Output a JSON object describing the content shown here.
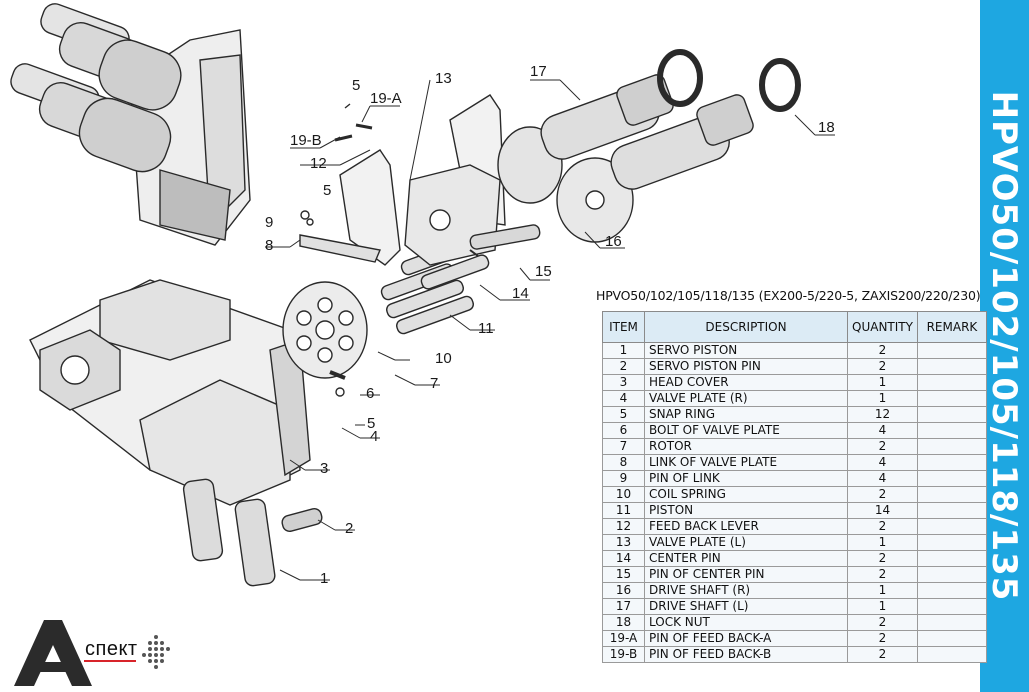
{
  "side_title": "HPVO50/102/105/118/135",
  "table_title": "HPVO50/102/105/118/135 (EX200-5/220-5, ZAXIS200/220/230)",
  "columns": [
    "ITEM",
    "DESCRIPTION",
    "QUANTITY",
    "REMARK"
  ],
  "rows": [
    {
      "item": "1",
      "description": "SERVO PISTON",
      "quantity": "2",
      "remark": ""
    },
    {
      "item": "2",
      "description": "SERVO PISTON PIN",
      "quantity": "2",
      "remark": ""
    },
    {
      "item": "3",
      "description": "HEAD COVER",
      "quantity": "1",
      "remark": ""
    },
    {
      "item": "4",
      "description": "VALVE PLATE (R)",
      "quantity": "1",
      "remark": ""
    },
    {
      "item": "5",
      "description": "SNAP RING",
      "quantity": "12",
      "remark": ""
    },
    {
      "item": "6",
      "description": "BOLT OF VALVE PLATE",
      "quantity": "4",
      "remark": ""
    },
    {
      "item": "7",
      "description": "ROTOR",
      "quantity": "2",
      "remark": ""
    },
    {
      "item": "8",
      "description": "LINK OF VALVE PLATE",
      "quantity": "4",
      "remark": ""
    },
    {
      "item": "9",
      "description": "PIN OF LINK",
      "quantity": "4",
      "remark": ""
    },
    {
      "item": "10",
      "description": "COIL SPRING",
      "quantity": "2",
      "remark": ""
    },
    {
      "item": "11",
      "description": "PISTON",
      "quantity": "14",
      "remark": ""
    },
    {
      "item": "12",
      "description": "FEED BACK LEVER",
      "quantity": "2",
      "remark": ""
    },
    {
      "item": "13",
      "description": "VALVE PLATE (L)",
      "quantity": "1",
      "remark": ""
    },
    {
      "item": "14",
      "description": "CENTER PIN",
      "quantity": "2",
      "remark": ""
    },
    {
      "item": "15",
      "description": "PIN OF CENTER PIN",
      "quantity": "2",
      "remark": ""
    },
    {
      "item": "16",
      "description": "DRIVE SHAFT (R)",
      "quantity": "1",
      "remark": ""
    },
    {
      "item": "17",
      "description": "DRIVE SHAFT (L)",
      "quantity": "1",
      "remark": ""
    },
    {
      "item": "18",
      "description": "LOCK NUT",
      "quantity": "2",
      "remark": ""
    },
    {
      "item": "19-A",
      "description": "PIN OF FEED BACK-A",
      "quantity": "2",
      "remark": ""
    },
    {
      "item": "19-B",
      "description": "PIN OF FEED BACK-B",
      "quantity": "2",
      "remark": ""
    }
  ],
  "callouts": {
    "c1": "1",
    "c2": "2",
    "c3": "3",
    "c4": "4",
    "c5a": "5",
    "c5b": "5",
    "c5c": "5",
    "c6": "6",
    "c7": "7",
    "c8": "8",
    "c9": "9",
    "c10": "10",
    "c11": "11",
    "c12": "12",
    "c13": "13",
    "c14": "14",
    "c15": "15",
    "c16": "16",
    "c17": "17",
    "c18": "18",
    "c19a": "19-A",
    "c19b": "19-B"
  },
  "logo_word": "спект",
  "colors": {
    "accent": "#1ea7e1",
    "header_bg": "#dcebf5"
  }
}
